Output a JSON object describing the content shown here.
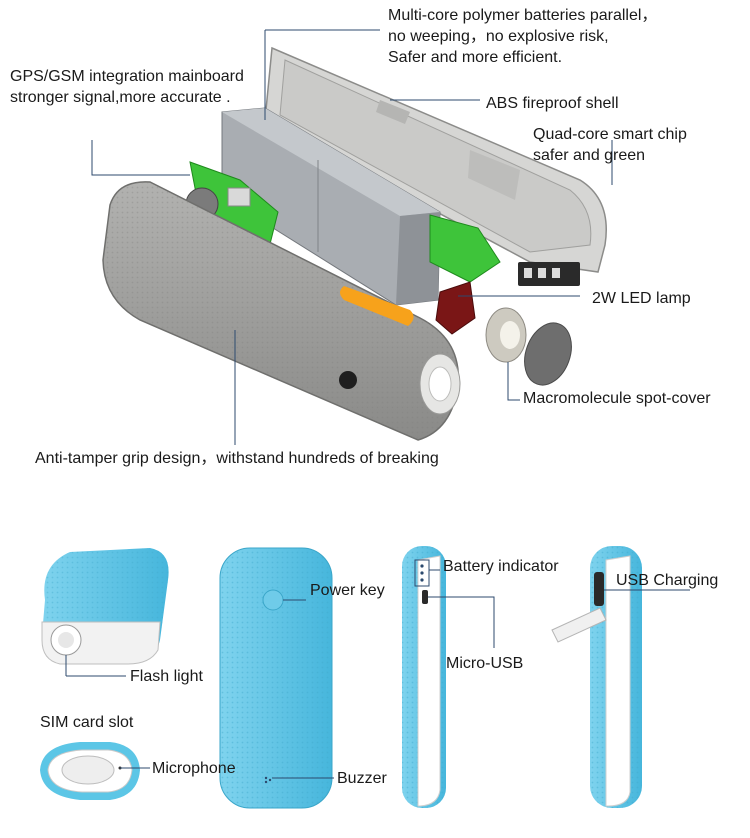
{
  "callouts": {
    "batteries": [
      "Multi-core polymer batteries parallel，",
      "no weeping，no explosive risk,",
      "Safer and more efficient."
    ],
    "mainboard": [
      "GPS/GSM integration mainboard",
      "stronger signal,more accurate ."
    ],
    "shell": "ABS fireproof shell",
    "chip": [
      "Quad-core smart chip",
      "safer and green"
    ],
    "lamp": "2W LED lamp",
    "spot_cover": "Macromolecule spot-cover",
    "grip": "Anti-tamper grip design，withstand hundreds of breaking"
  },
  "features": {
    "flash_light": "Flash light",
    "sim_slot": "SIM card slot",
    "microphone": "Microphone",
    "power_key": "Power key",
    "buzzer": "Buzzer",
    "battery_indicator": "Battery indicator",
    "micro_usb": "Micro-USB",
    "usb_charging": "USB Charging"
  },
  "colors": {
    "device_blue": "#5cc6e6",
    "device_grey": "#9a9a98",
    "board_green": "#3ec43a",
    "accent_orange": "#f7a21b",
    "leader_line": "#2c4a6e"
  }
}
